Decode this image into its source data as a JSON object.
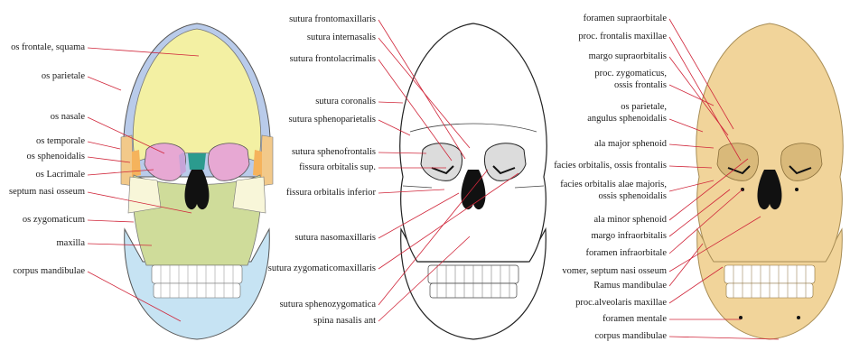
{
  "panels": [
    {
      "id": "bones",
      "skull_fill": "#f3f0a3",
      "labels": [
        "os frontale, squama",
        "os parietale",
        "os nasale",
        "os temporale",
        "os sphenoidalis",
        "os Lacrimale",
        "septum nasi osseum",
        "os  zygomaticum",
        "maxilla",
        "corpus mandibulae"
      ]
    },
    {
      "id": "sutures",
      "skull_fill": "#ffffff",
      "labels": [
        "sutura frontomaxillaris",
        "sutura internasalis",
        "sutura frontolacrimalis",
        "sutura coronalis",
        "sutura sphenoparietalis",
        "sutura sphenofrontalis",
        "fissura orbitalis sup.",
        "fissura orbitalis inferior",
        "sutura nasomaxillaris",
        "sutura zygomaticomaxillaris",
        "sutura sphenozygomatica",
        "spina nasalis ant"
      ]
    },
    {
      "id": "landmarks",
      "skull_fill": "#f1d49a",
      "labels": [
        "foramen supraorbitale",
        "proc. frontalis maxillae",
        "margo supraorbitalis",
        "proc. zygomaticus,",
        "ossis frontalis",
        "os parietale,",
        "angulus sphenoidalis",
        "ala major sphenoid",
        "facies orbitalis, ossis frontalis",
        "facies orbitalis alae majoris,",
        "ossis sphenoidalis",
        "ala minor sphenoid",
        "margo infraorbitalis",
        "foramen infraorbitale",
        "vomer,  septum nasi osseum",
        "Ramus mandibulae",
        "proc.alveolaris maxillae",
        "foramen mentale",
        "corpus mandibulae"
      ]
    }
  ],
  "colors": {
    "leader_line": "#d0263a",
    "frontal": "#f3f0a3",
    "parietal": "#b9cbea",
    "temporal": "#f2c98a",
    "sphenoid": "#f5b35c",
    "nasal": "#f4a9b8",
    "orbit_pink": "#e7a8d3",
    "lacrimal": "#c6a4d8",
    "zygomatic": "#f8f6d9",
    "maxilla": "#cfdc9a",
    "septum": "#2b9b8e",
    "mandible": "#c6e3f3",
    "landmark_bone": "#f1d49a"
  }
}
